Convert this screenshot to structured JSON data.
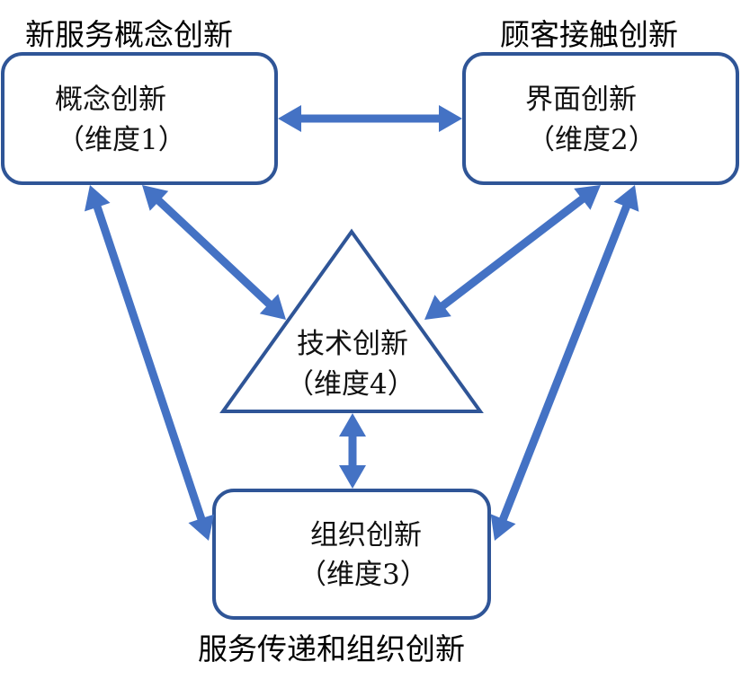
{
  "colors": {
    "box_stroke": "#2f5597",
    "arrow_fill": "#4472c4",
    "text": "#000000",
    "background": "#ffffff"
  },
  "captions": {
    "top_left": "新服务概念创新",
    "top_right": "顾客接触创新",
    "bottom": "服务传递和组织创新"
  },
  "nodes": {
    "concept": {
      "title": "概念创新",
      "subtitle": "（维度1）"
    },
    "interface": {
      "title": "界面创新",
      "subtitle": "（维度2）"
    },
    "organization": {
      "title": "组织创新",
      "subtitle": "（维度3）"
    },
    "technology": {
      "title": "技术创新",
      "subtitle": "（维度4）"
    }
  },
  "connections": [
    {
      "from": "concept",
      "to": "interface",
      "type": "bidirectional"
    },
    {
      "from": "concept",
      "to": "technology",
      "type": "bidirectional"
    },
    {
      "from": "interface",
      "to": "technology",
      "type": "bidirectional"
    },
    {
      "from": "technology",
      "to": "organization",
      "type": "bidirectional"
    },
    {
      "from": "concept",
      "to": "organization",
      "type": "bidirectional"
    },
    {
      "from": "interface",
      "to": "organization",
      "type": "bidirectional"
    }
  ]
}
